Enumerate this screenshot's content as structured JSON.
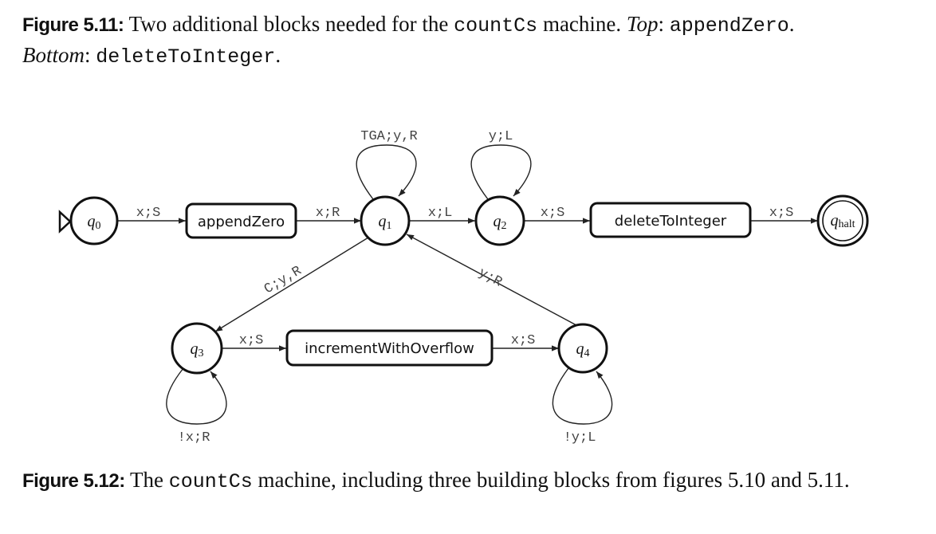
{
  "caption_top": {
    "label": "Figure 5.11",
    "colon": ":",
    "text1": " Two additional blocks needed for the ",
    "code1": "countCs",
    "text2": " machine. ",
    "top_word": "Top",
    "text3": ": ",
    "code2": "appendZero",
    "text4": ".",
    "bottom_word": "Bottom",
    "text5": ": ",
    "code3": "deleteToInteger",
    "text6": "."
  },
  "caption_bottom": {
    "label": "Figure 5.12",
    "colon": ":",
    "text1": " The ",
    "code1": "countCs",
    "text2": " machine, including three building blocks from figures 5.10 and 5.11."
  },
  "diagram": {
    "nodes": [
      {
        "id": "q0",
        "main": "q",
        "sub": "0"
      },
      {
        "id": "q1",
        "main": "q",
        "sub": "1"
      },
      {
        "id": "q2",
        "main": "q",
        "sub": "2"
      },
      {
        "id": "q3",
        "main": "q",
        "sub": "3"
      },
      {
        "id": "q4",
        "main": "q",
        "sub": "4"
      },
      {
        "id": "qhalt",
        "main": "q",
        "sub": "halt"
      }
    ],
    "blocks": [
      {
        "id": "appendZero",
        "label": "appendZero"
      },
      {
        "id": "deleteToInteger",
        "label": "deleteToInteger"
      },
      {
        "id": "incrementWithOverflow",
        "label": "incrementWithOverflow"
      }
    ],
    "edges": [
      {
        "id": "e-q0-append",
        "label": "x;S"
      },
      {
        "id": "e-append-q1",
        "label": "x;R"
      },
      {
        "id": "e-q1-loop",
        "label": "TGA;y,R"
      },
      {
        "id": "e-q1-q2",
        "label": "x;L"
      },
      {
        "id": "e-q2-loop",
        "label": "y;L"
      },
      {
        "id": "e-q2-delete",
        "label": "x;S"
      },
      {
        "id": "e-delete-halt",
        "label": "x;S"
      },
      {
        "id": "e-q1-q3",
        "label": "C;y,R"
      },
      {
        "id": "e-q4-q1",
        "label": "y;R"
      },
      {
        "id": "e-q3-increment",
        "label": "x;S"
      },
      {
        "id": "e-increment-q4",
        "label": "x;S"
      },
      {
        "id": "e-q3-loop",
        "label": "!x;R"
      },
      {
        "id": "e-q4-loop",
        "label": "!y;L"
      }
    ]
  }
}
